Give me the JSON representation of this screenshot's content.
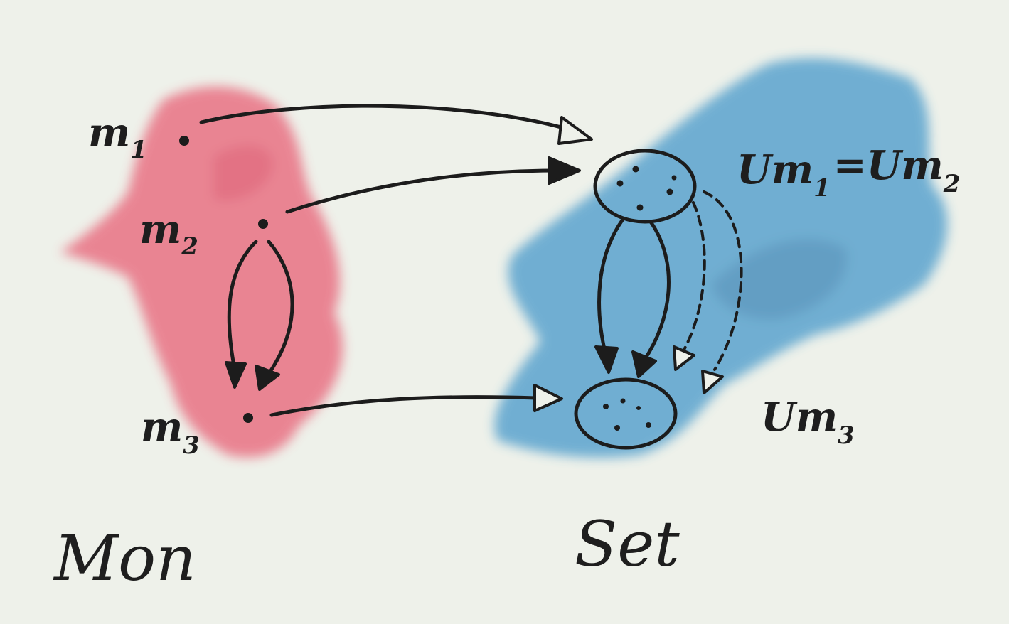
{
  "diagram": {
    "objects": {
      "m1": {
        "base": "m",
        "sub": "1"
      },
      "m2": {
        "base": "m",
        "sub": "2"
      },
      "m3": {
        "base": "m",
        "sub": "3"
      },
      "um12": {
        "base1": "Um",
        "sub1": "1",
        "eq": "=",
        "base2": "Um",
        "sub2": "2"
      },
      "um3": {
        "base": "Um",
        "sub": "3"
      }
    },
    "categories": {
      "left": "Mon",
      "right": "Set"
    },
    "colors": {
      "mon_wash": "#e8667a",
      "set_wash": "#3f95c9",
      "ink": "#1c1c1c",
      "paper": "#eef1ea"
    }
  }
}
